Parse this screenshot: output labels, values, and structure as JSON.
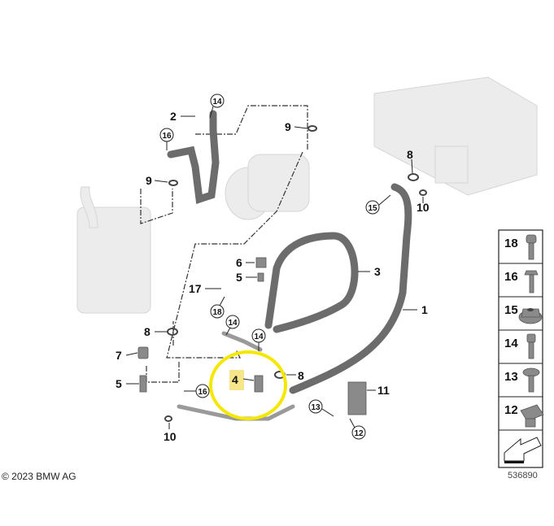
{
  "callouts": {
    "c2": "2",
    "c14a": "14",
    "c16a": "16",
    "c9a": "9",
    "c9b": "9",
    "c8a": "8",
    "c10a": "10",
    "c15": "15",
    "c3": "3",
    "c1": "1",
    "c6": "6",
    "c5a": "5",
    "c17": "17",
    "c18": "18",
    "c14b": "14",
    "c8b": "8",
    "c14c": "14",
    "c7": "7",
    "c4": "4",
    "c8c": "8",
    "c5b": "5",
    "c16b": "16",
    "c11": "11",
    "c13": "13",
    "c12": "12",
    "c10b": "10"
  },
  "legend": [
    "18",
    "16",
    "15",
    "14",
    "13",
    "12"
  ],
  "highlight_color": "#f5e800",
  "footer": {
    "copyright": "© 2023 BMW AG",
    "diagram_number": "536890"
  }
}
